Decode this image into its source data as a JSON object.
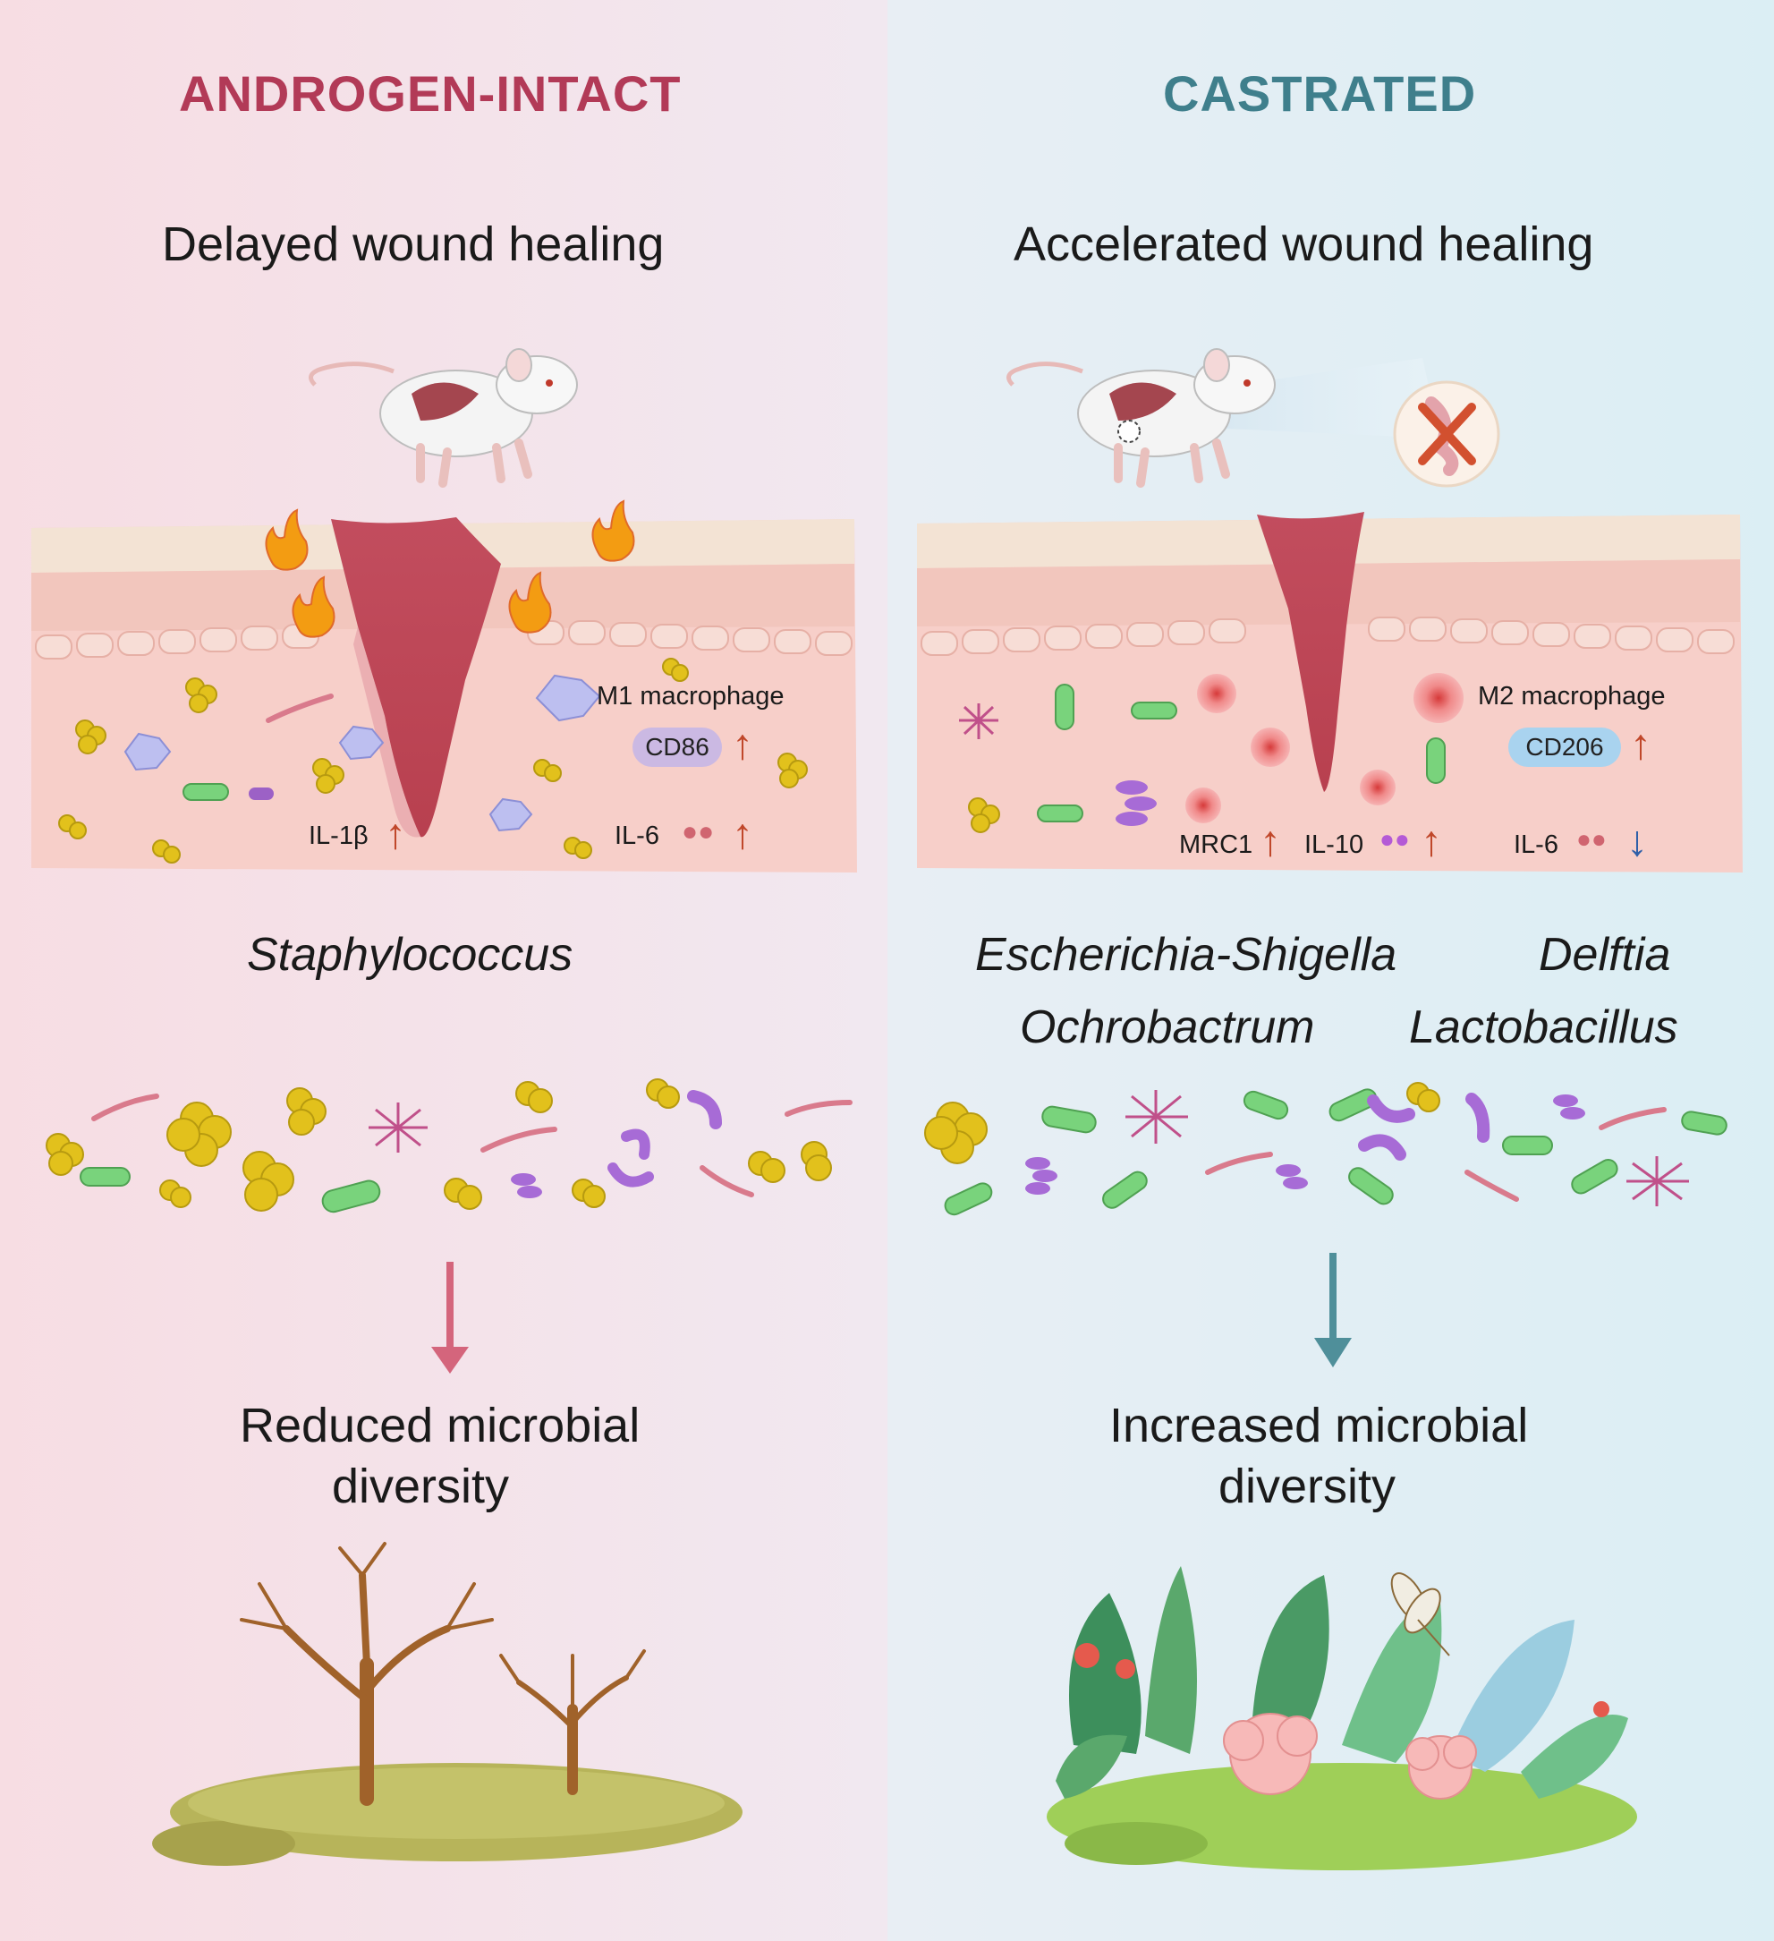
{
  "left": {
    "header": "ANDROGEN-INTACT",
    "outcome": "Delayed wound healing",
    "macrophage_label": "M1 macrophage",
    "marker": "CD86",
    "cytokine_a": "IL-1β",
    "cytokine_b": "IL-6",
    "genus": "Staphylococcus",
    "diversity_line1": "Reduced microbial",
    "diversity_line2": "diversity"
  },
  "right": {
    "header": "CASTRATED",
    "outcome": "Accelerated wound healing",
    "macrophage_label": "M2 macrophage",
    "marker": "CD206",
    "cytokine_a": "MRC1",
    "cytokine_b": "IL-10",
    "cytokine_c": "IL-6",
    "genus_1": "Escherichia-Shigella",
    "genus_2": "Delftia",
    "genus_3": "Ochrobactrum",
    "genus_4": "Lactobacillus",
    "diversity_line1": "Increased microbial",
    "diversity_line2": "diversity"
  },
  "colors": {
    "left_header": "#b23a57",
    "right_header": "#3f7f8c",
    "left_bg": "#f6e1e6",
    "right_bg": "#e0eef3",
    "up_arrow": "#c0472a",
    "down_arrow": "#2f5fa8",
    "left_arrow": "#d4657c",
    "right_arrow": "#4f8f9a"
  }
}
